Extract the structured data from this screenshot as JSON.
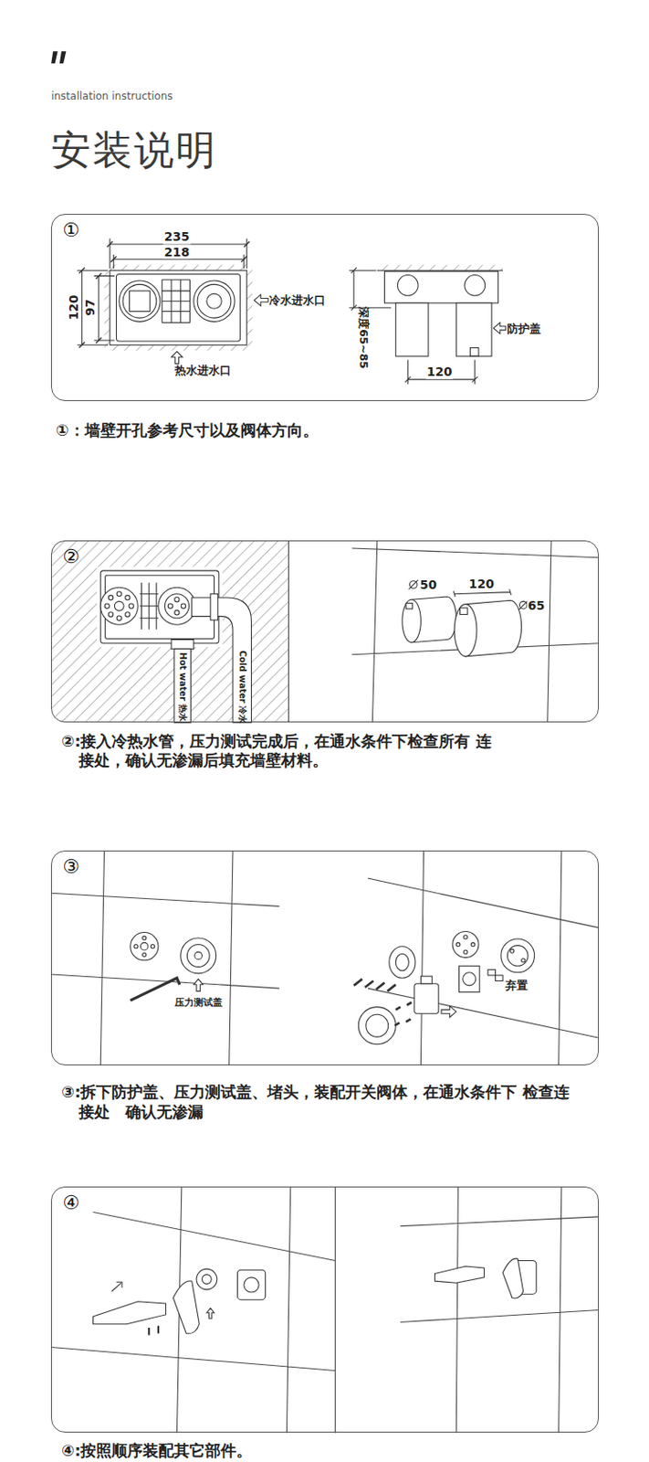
{
  "diagram": {
    "title": "安装说明",
    "nodes": [
      {
        "text": [
          "①"
        ]
      },
      {
        "text": [
          "②"
        ]
      },
      {
        "text": [
          "③"
        ]
      },
      {
        "text": [
          "④"
        ]
      }
    ],
    "labels": [
      "installation instructions",
      "235",
      "218",
      "120",
      "97",
      "冷水进水口",
      "热水进水口",
      "深度65~85",
      "防护盖",
      "120",
      "Hot water 热水",
      "Cold water 冷水",
      "50",
      "120",
      "65",
      "压力测试盖",
      "弃置",
      "①：墙壁开孔参考尺寸以及阀体方向。",
      "②:接入冷热水管，压力测试完成后，在通水条件下检查所有 连接处，确认无渗漏后填充墙壁材料。",
      "③:拆下防护盖、压力测试盖、堵头，装配开关阀体，在通水条件下 检查连接处　确认无渗漏",
      "④:按照顺序装配其它部件。"
    ]
  }
}
